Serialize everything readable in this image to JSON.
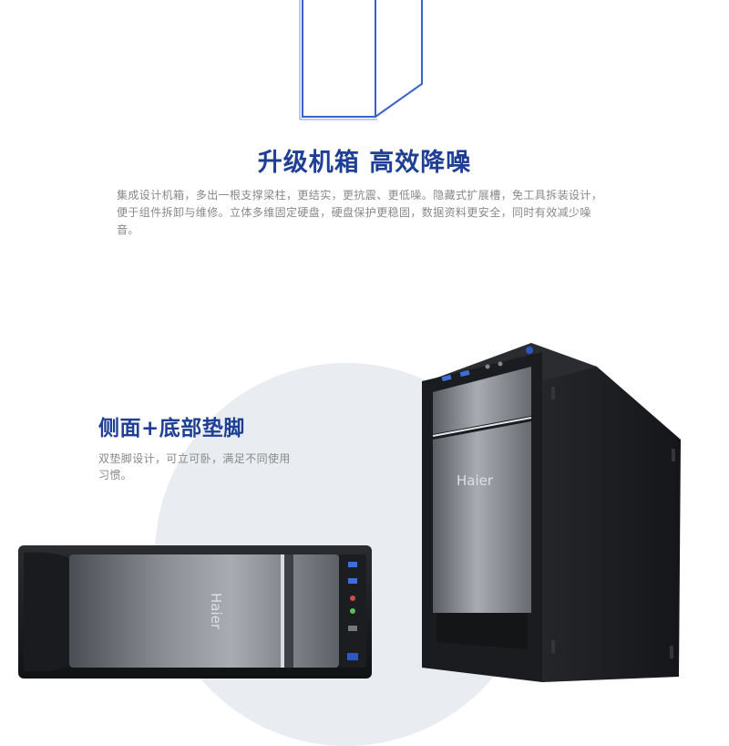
{
  "feature_upgrade": {
    "title": "升级机箱 高效降噪",
    "description": "集成设计机箱，多出一根支撑梁柱，更结实，更抗震、更低噪。隐藏式扩展槽，免工具拆装设计，便于组件拆卸与维修。立体多维固定硬盘，硬盘保护更稳固，数据资料更安全，同时有效减少噪音。"
  },
  "feature_feet": {
    "title": "侧面+底部垫脚",
    "description": "双垫脚设计，可立可卧，满足不同使用习惯。"
  },
  "product": {
    "brand": "Haier"
  },
  "colors": {
    "accent": "#1e3f95",
    "body_text": "#888888",
    "outline_blue": "#3a63c9",
    "background_circle": "#e9edf1"
  }
}
